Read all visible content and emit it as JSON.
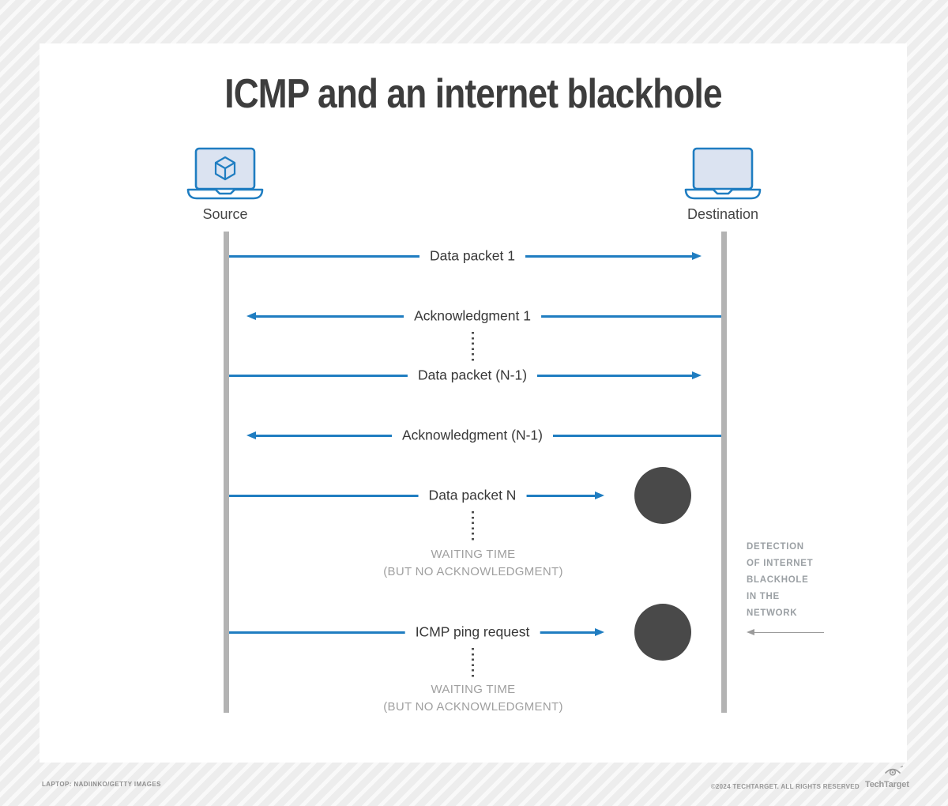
{
  "title": "ICMP and an internet blackhole",
  "actors": {
    "source": "Source",
    "destination": "Destination"
  },
  "messages": [
    {
      "label": "Data packet 1",
      "direction": "source-to-destination",
      "delivered": true
    },
    {
      "label": "Acknowledgment 1",
      "direction": "destination-to-source",
      "delivered": true
    },
    {
      "label": "Data packet (N-1)",
      "direction": "source-to-destination",
      "delivered": true
    },
    {
      "label": "Acknowledgment (N-1)",
      "direction": "destination-to-source",
      "delivered": true
    },
    {
      "label": "Data packet N",
      "direction": "source-to-destination",
      "delivered": false,
      "absorbed_by": "blackhole"
    },
    {
      "label": "ICMP ping request",
      "direction": "source-to-destination",
      "delivered": false,
      "absorbed_by": "blackhole"
    }
  ],
  "waiting": {
    "line1": "WAITING TIME",
    "line2": "(BUT NO ACKNOWLEDGMENT)"
  },
  "detection": {
    "lines": [
      "DETECTION",
      "OF INTERNET",
      "BLACKHOLE",
      "IN THE",
      "NETWORK"
    ]
  },
  "footer": {
    "credit": "LAPTOP: NADIINKO/GETTY IMAGES",
    "copyright": "©2024 TECHTARGET. ALL RIGHTS RESERVED",
    "brand": "TechTarget"
  },
  "colors": {
    "accent_blue": "#1f7dc1",
    "blackhole": "#494949",
    "lifeline": "#b3b3b3",
    "ink": "#3d3d3d",
    "muted": "#9f9f9f"
  }
}
